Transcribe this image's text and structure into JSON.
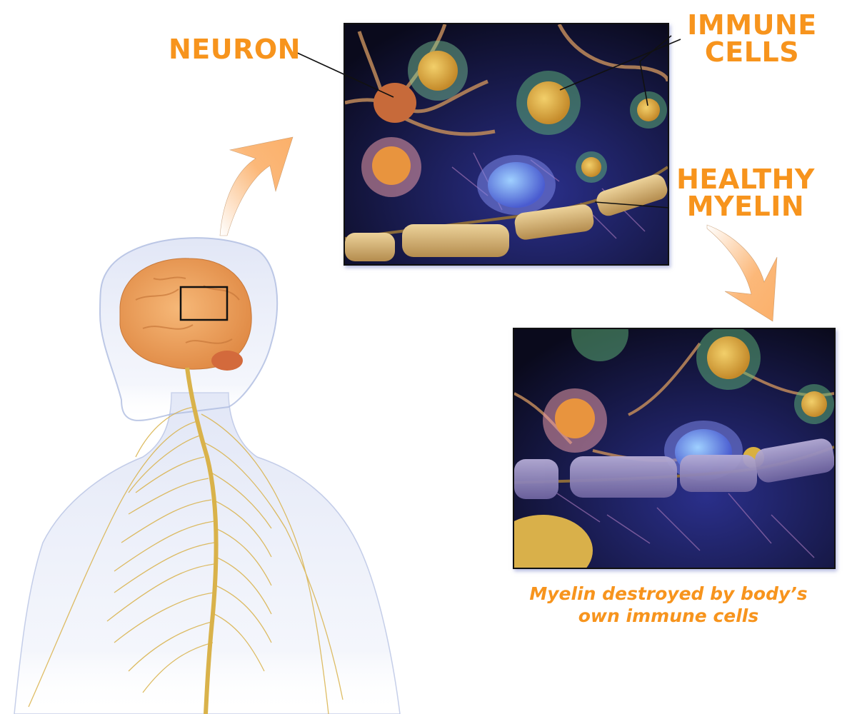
{
  "labels": {
    "neuron": "NEURON",
    "immune_cells_line1": "IMMUNE",
    "immune_cells_line2": "CELLS",
    "healthy_myelin_line1": "HEALTHY",
    "healthy_myelin_line2": "MYELIN"
  },
  "caption": {
    "line1": "Myelin destroyed by body’s",
    "line2": "own immune cells"
  },
  "panels": {
    "healthy": {
      "description": "Neurons with intact myelin sheath and immune cells"
    },
    "damaged": {
      "description": "Myelin sheath damaged by immune cells"
    }
  },
  "colors": {
    "label_orange": "#f7941d",
    "arrow_orange": "#fbb06a",
    "brain_orange": "#f2a35e",
    "nerve_yellow": "#d9b24a",
    "body_blue": "#b8c4e6",
    "panel_bg": "#14123a",
    "myelin_healthy": "#d9b77a",
    "myelin_damaged": "#8f84b8"
  },
  "icons": {
    "arrow_up": "curved-arrow-up-right",
    "arrow_down": "curved-arrow-down-right",
    "zoom_box": "brain-zoom-region"
  }
}
